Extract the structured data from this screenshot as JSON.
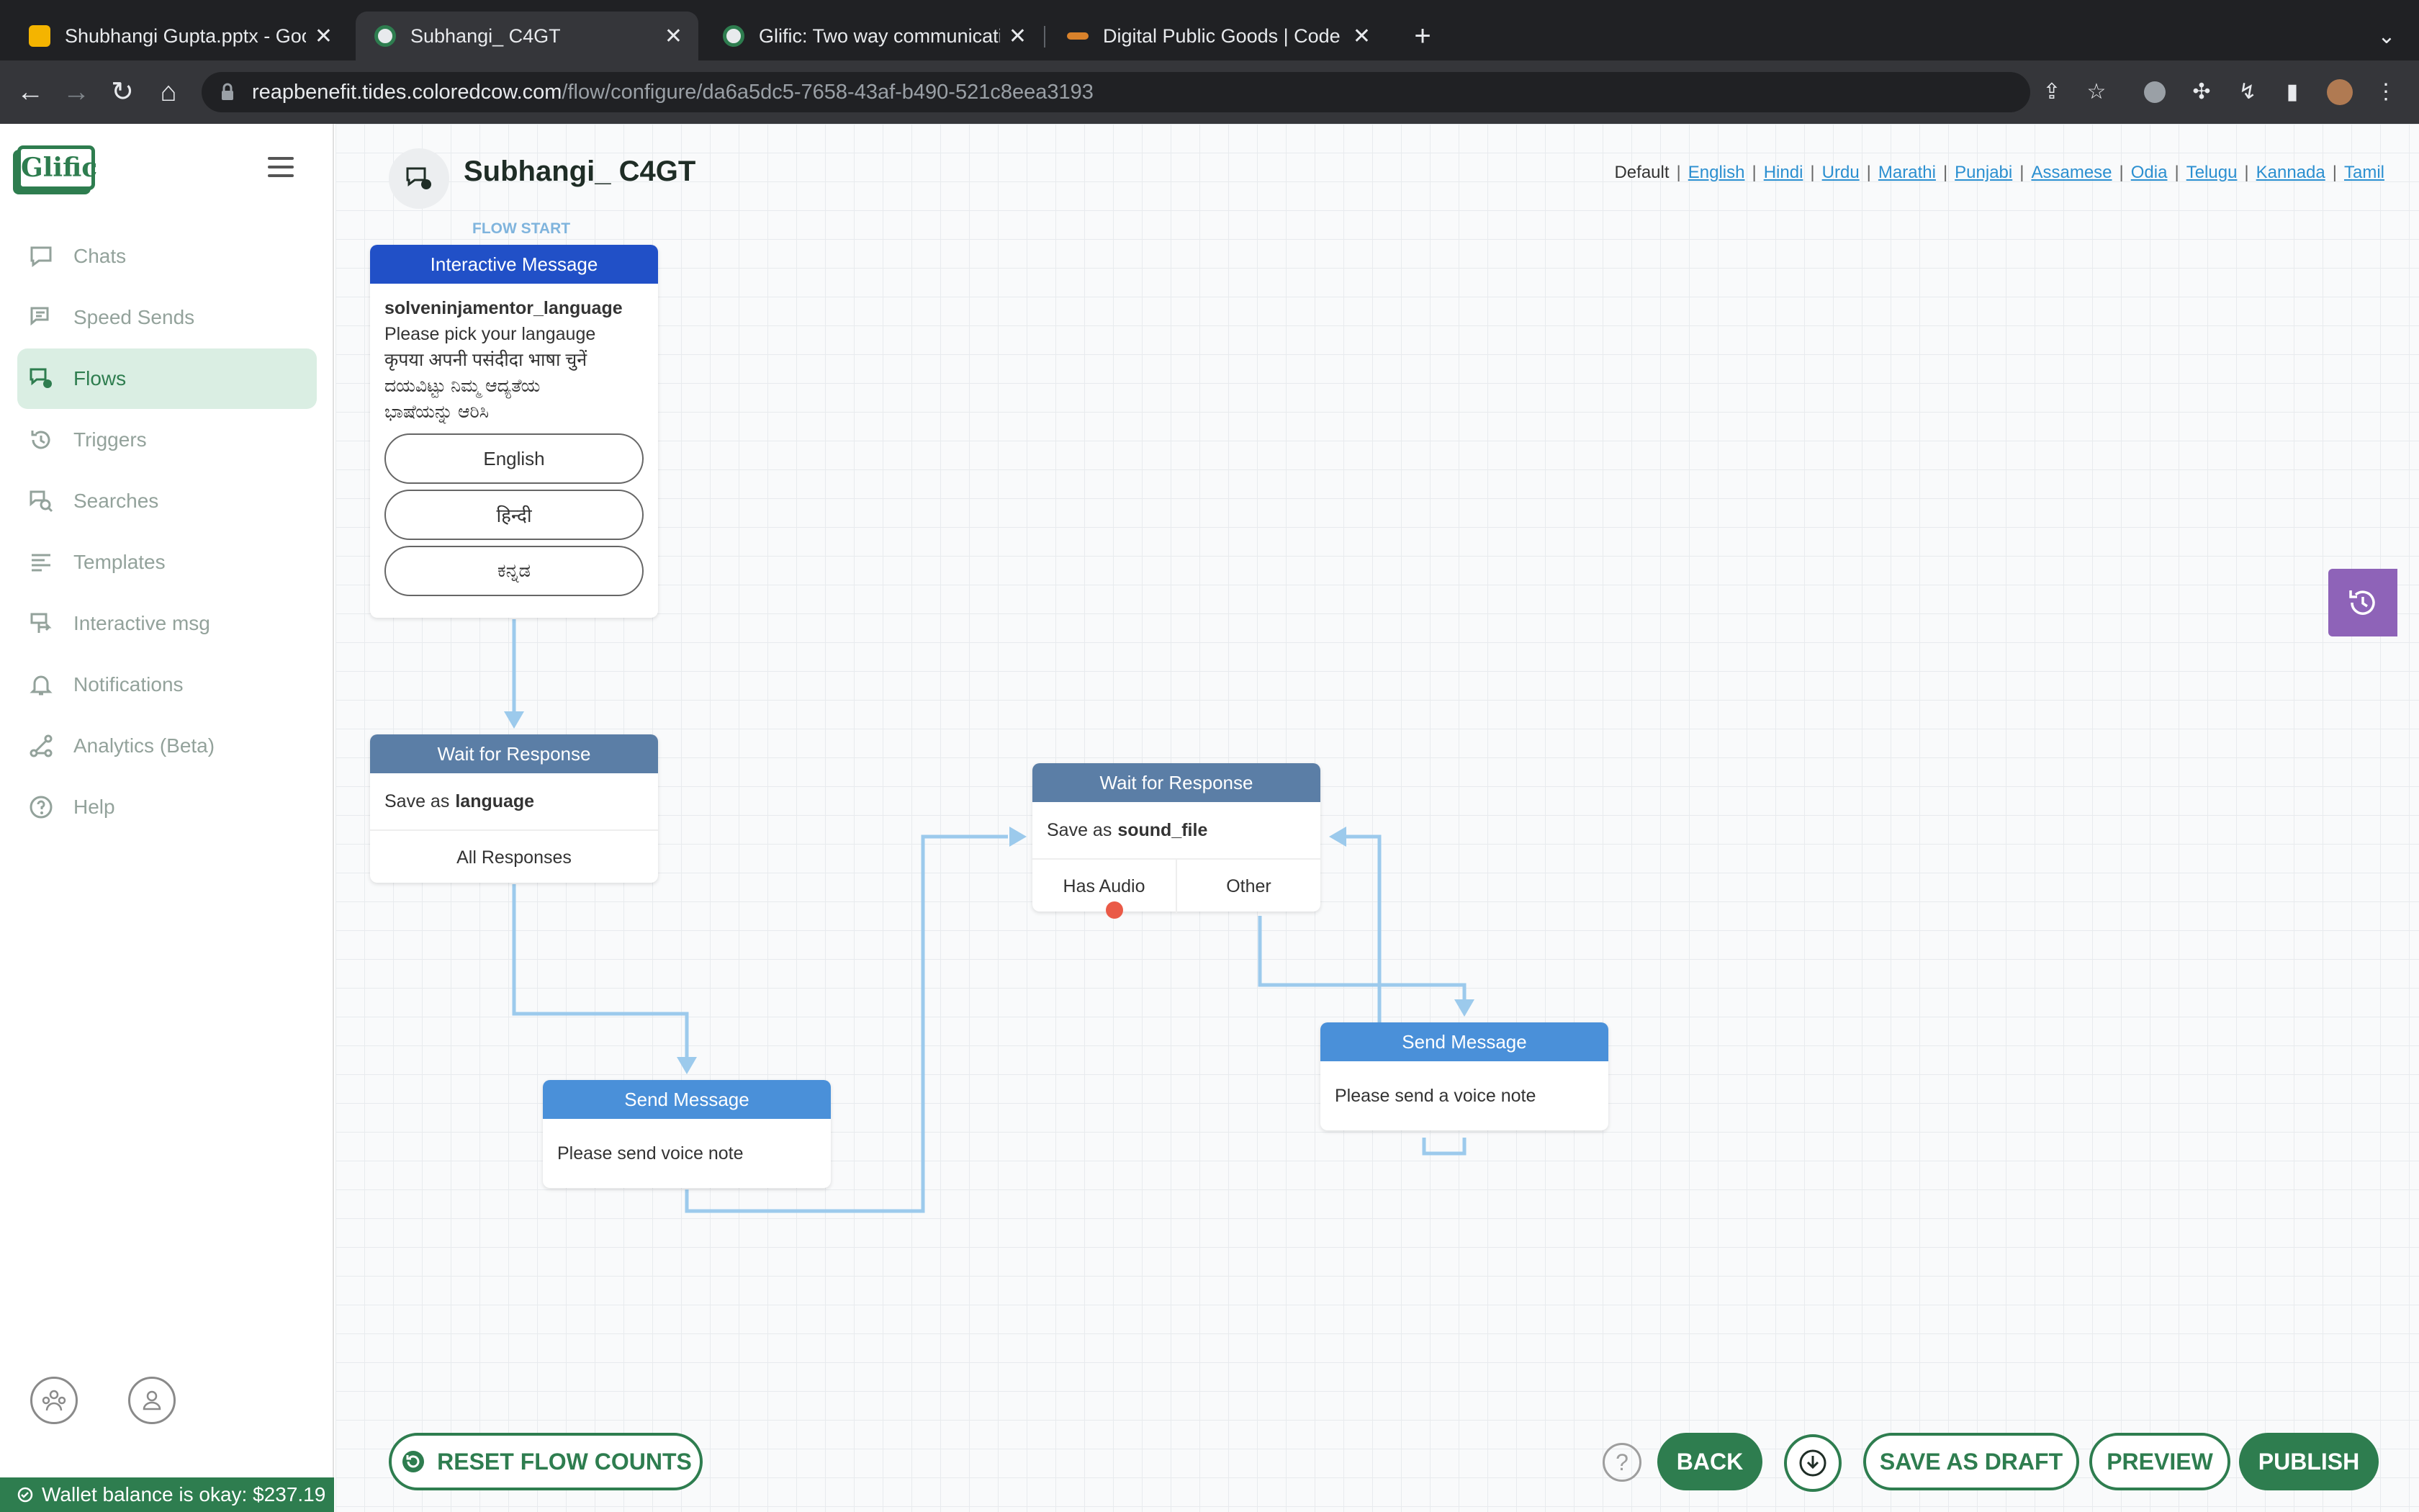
{
  "browser": {
    "tabs": [
      {
        "title": "Shubhangi Gupta.pptx - Googl",
        "favicon": "slides-icon"
      },
      {
        "title": "Subhangi_ C4GT",
        "favicon": "glific-icon"
      },
      {
        "title": "Glific: Two way communication",
        "favicon": "glific-icon"
      },
      {
        "title": "Digital Public Goods | Code for",
        "favicon": "c4gt-icon"
      }
    ],
    "url_host": "reapbenefit.tides.coloredcow.com",
    "url_path": "/flow/configure/da6a5dc5-7658-43af-b490-521c8eea3193"
  },
  "sidebar": {
    "logo": "Glific",
    "items": [
      {
        "label": "Chats"
      },
      {
        "label": "Speed Sends"
      },
      {
        "label": "Flows"
      },
      {
        "label": "Triggers"
      },
      {
        "label": "Searches"
      },
      {
        "label": "Templates"
      },
      {
        "label": "Interactive msg"
      },
      {
        "label": "Notifications"
      },
      {
        "label": "Analytics (Beta)"
      },
      {
        "label": "Help"
      }
    ],
    "wallet": "Wallet balance is okay: $237.19"
  },
  "header": {
    "flow_title": "Subhangi_ C4GT",
    "default_label": "Default",
    "languages": [
      "English",
      "Hindi",
      "Urdu",
      "Marathi",
      "Punjabi",
      "Assamese",
      "Odia",
      "Telugu",
      "Kannada",
      "Tamil"
    ]
  },
  "flow": {
    "flow_start": "FLOW START",
    "interactive": {
      "header": "Interactive Message",
      "name": "solveninjamentor_language",
      "text1": "Please pick your langauge",
      "text2": "कृपया अपनी पसंदीदा भाषा चुनें",
      "text3": "ದಯವಿಟ್ಟು ನಿಮ್ಮ ಆದ್ಯತೆಯ",
      "text4": "ಭಾಷೆಯನ್ನು ಆರಿಸಿ",
      "options": [
        "English",
        "हिन्दी",
        "ಕನ್ನಡ"
      ]
    },
    "wait1": {
      "header": "Wait for Response",
      "save_prefix": "Save as",
      "save_var": "language",
      "exit": "All Responses"
    },
    "send1": {
      "header": "Send Message",
      "text": "Please send voice note"
    },
    "wait2": {
      "header": "Wait for Response",
      "save_prefix": "Save as",
      "save_var": "sound_file",
      "exit1": "Has Audio",
      "exit2": "Other"
    },
    "send2": {
      "header": "Send Message",
      "text": "Please send a voice note"
    }
  },
  "footer": {
    "reset": "RESET FLOW COUNTS",
    "help": "?",
    "back": "BACK",
    "save_draft": "SAVE AS DRAFT",
    "preview": "PREVIEW",
    "publish": "PUBLISH"
  },
  "colors": {
    "brand": "#2e7d4f",
    "interactive_header": "#2150c7",
    "wait_header": "#5b7ea6",
    "send_header": "#4a90d9",
    "connector": "#9ccaec",
    "history": "#8e63b8",
    "error_dot": "#ea5a47"
  }
}
